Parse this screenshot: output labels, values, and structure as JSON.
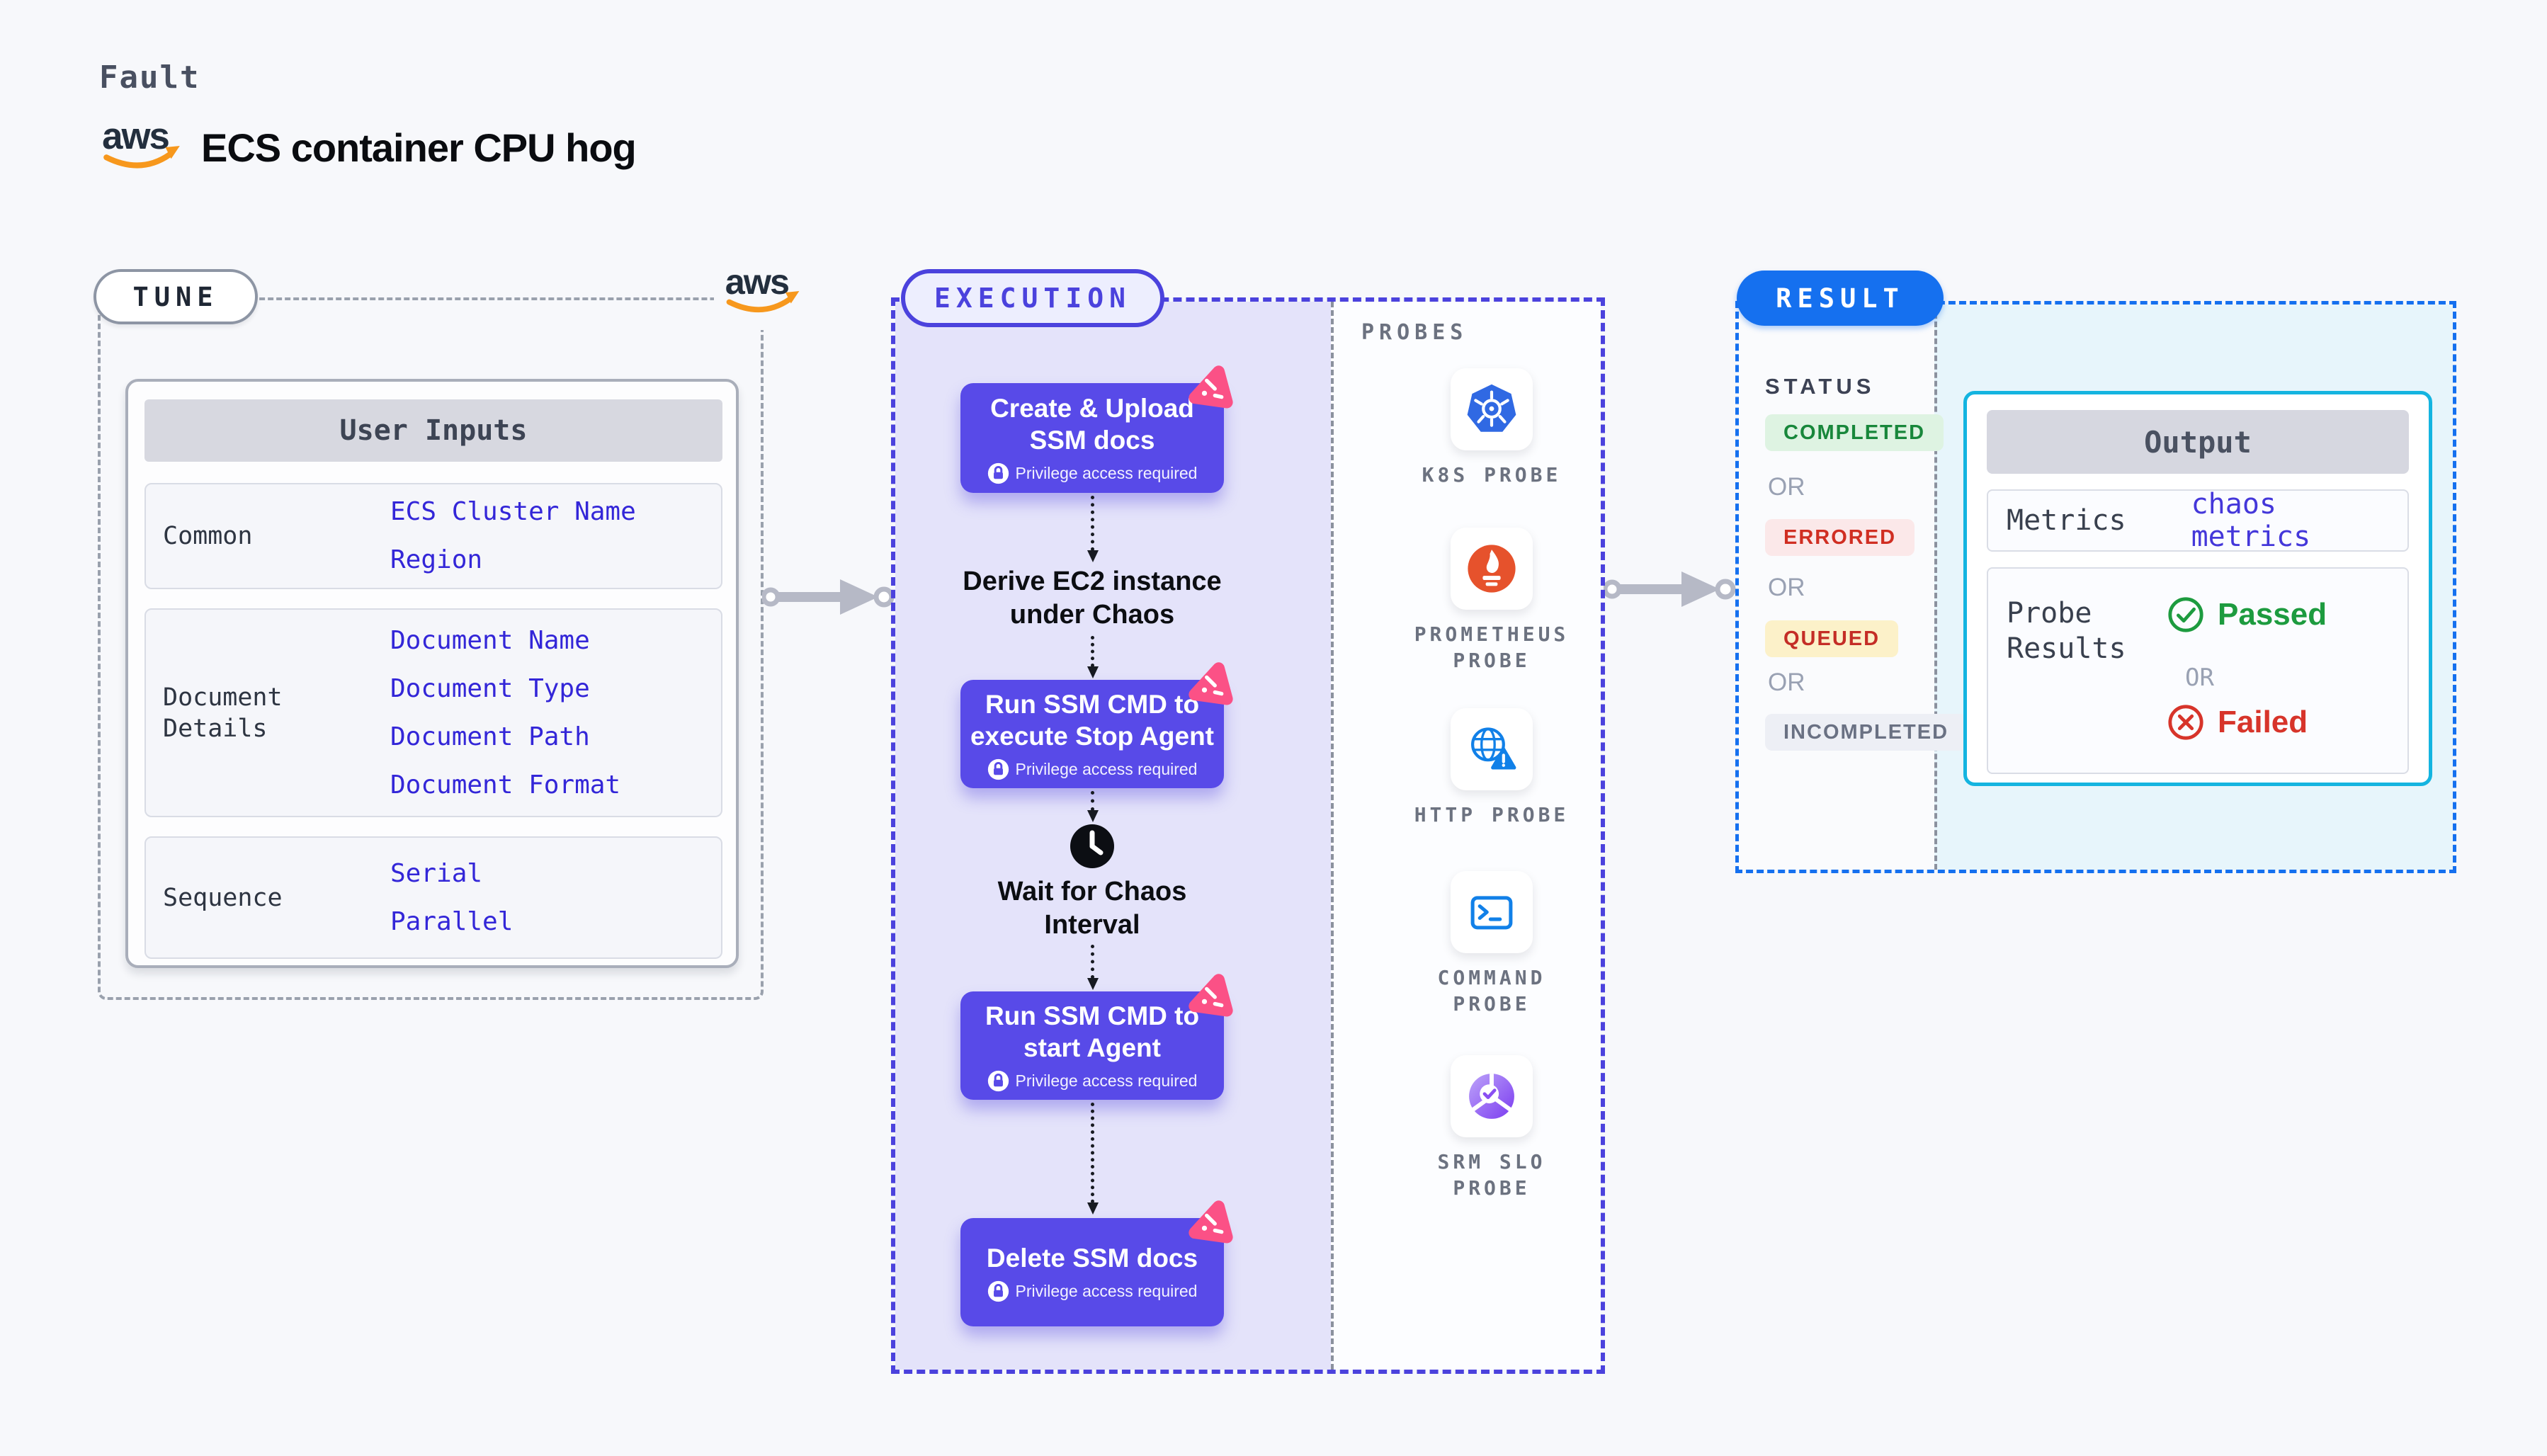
{
  "header": {
    "kicker": "Fault",
    "title": "ECS container CPU hog"
  },
  "logos": {
    "aws": "aws"
  },
  "tune": {
    "pill_label": "TUNE",
    "table": {
      "header": "User Inputs",
      "rows": [
        {
          "label": "Common",
          "values": [
            "ECS Cluster Name",
            "Region"
          ]
        },
        {
          "label_line1": "Document",
          "label_line2": "Details",
          "values": [
            "Document Name",
            "Document Type",
            "Document Path",
            "Document Format"
          ]
        },
        {
          "label": "Sequence",
          "values": [
            "Serial",
            "Parallel"
          ]
        }
      ]
    }
  },
  "execution": {
    "pill_label": "EXECUTION",
    "privilege_label": "Privilege access required",
    "steps": {
      "box1": {
        "line1": "Create & Upload",
        "line2": "SSM docs"
      },
      "derive": {
        "line1": "Derive EC2 instance",
        "line2": "under Chaos"
      },
      "box2": {
        "line1": "Run SSM CMD to",
        "line2": "execute Stop Agent"
      },
      "wait": {
        "line1": "Wait for Chaos",
        "line2": "Interval"
      },
      "box3": {
        "line1": "Run SSM CMD to",
        "line2": "start Agent"
      },
      "box4": {
        "line1": "Delete SSM docs"
      }
    }
  },
  "probes": {
    "title": "PROBES",
    "items": [
      {
        "line1": "K8S PROBE",
        "line2": ""
      },
      {
        "line1": "PROMETHEUS",
        "line2": "PROBE"
      },
      {
        "line1": "HTTP PROBE",
        "line2": ""
      },
      {
        "line1": "COMMAND",
        "line2": "PROBE"
      },
      {
        "line1": "SRM SLO",
        "line2": "PROBE"
      }
    ]
  },
  "result": {
    "pill_label": "RESULT",
    "status": {
      "title": "STATUS",
      "or": "OR",
      "badges": [
        "COMPLETED",
        "ERRORED",
        "QUEUED",
        "INCOMPLETED"
      ]
    },
    "output": {
      "header": "Output",
      "metrics_label": "Metrics",
      "metrics_value": "chaos metrics",
      "probe_label_line1": "Probe",
      "probe_label_line2": "Results",
      "passed": "Passed",
      "or": "OR",
      "failed": "Failed"
    }
  },
  "colors": {
    "page_bg": "#f7f8fb",
    "execution_accent": "#4b42dd",
    "flow_box": "#584ae8",
    "flow_panel": "#e4e3fa",
    "chaos_pink": "#fb5186",
    "result_accent": "#1570ef",
    "output_border": "#14b4e0",
    "output_bg": "#e7f5fb",
    "value_blue": "#3326d8",
    "completed_green": "#18873b",
    "errored_red": "#d02e22",
    "queued_red": "#c42d26",
    "incompleted_gray": "#6a7183",
    "passed_green": "#1d9b3f",
    "failed_red": "#d7342a",
    "k8s_blue": "#3069e3",
    "prometheus_orange": "#e6522c",
    "http_blue": "#1180e8",
    "aws_orange": "#f7981d"
  }
}
